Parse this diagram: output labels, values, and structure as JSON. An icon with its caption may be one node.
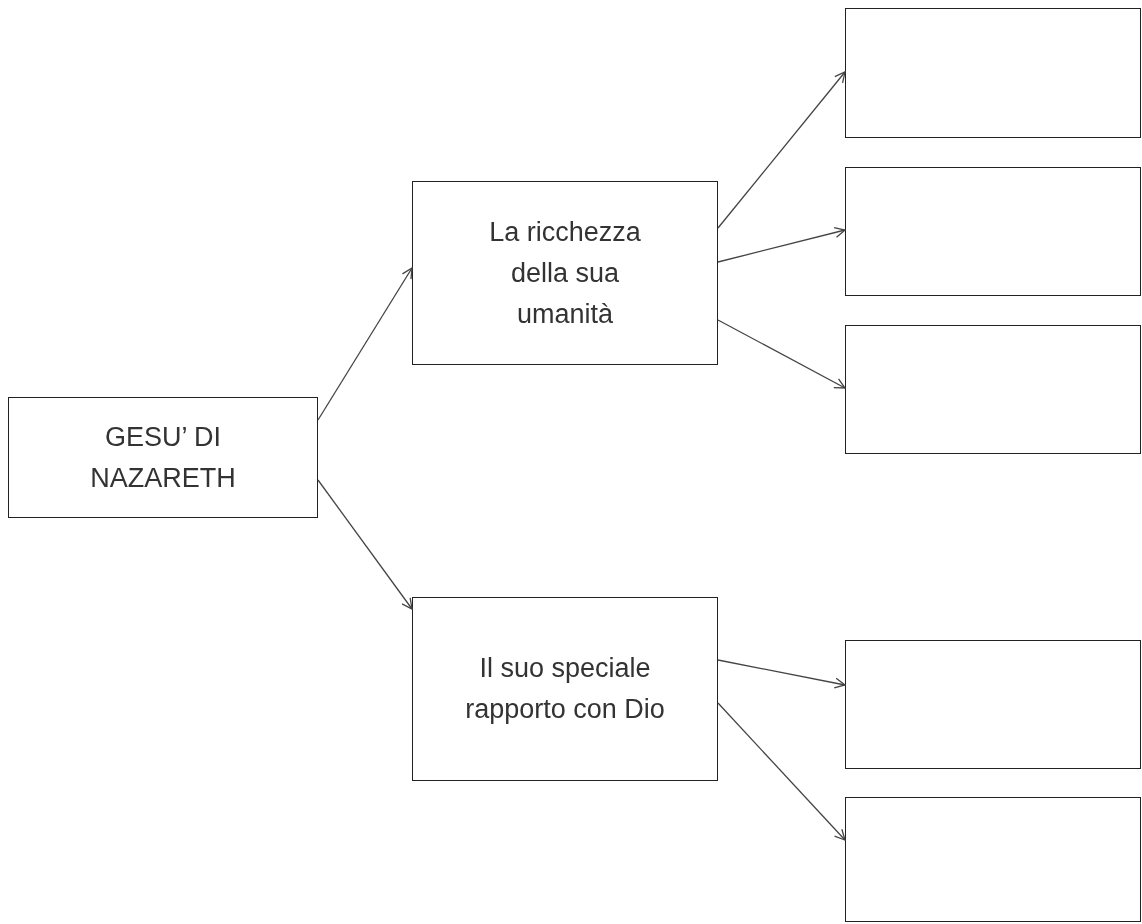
{
  "diagram": {
    "nodes": [
      {
        "text": [
          "GESU’ DI NAZARETH"
        ]
      },
      {
        "text": [
          "La ricchezza della sua umanità"
        ]
      },
      {
        "text": [
          "Il suo speciale rapporto con Dio"
        ]
      },
      {
        "text": [],
        "shape": "box"
      },
      {
        "text": [],
        "shape": "box"
      },
      {
        "text": [],
        "shape": "box"
      },
      {
        "text": [],
        "shape": "box"
      },
      {
        "text": [],
        "shape": "box"
      }
    ],
    "edges": [
      {
        "from": 0,
        "to": 1,
        "arrow": "to"
      },
      {
        "from": 0,
        "to": 2,
        "arrow": "to"
      },
      {
        "from": 1,
        "to": 3,
        "arrow": "to"
      },
      {
        "from": 1,
        "to": 4,
        "arrow": "to"
      },
      {
        "from": 1,
        "to": 5,
        "arrow": "to"
      },
      {
        "from": 2,
        "to": 6,
        "arrow": "to"
      },
      {
        "from": 2,
        "to": 7,
        "arrow": "to"
      }
    ]
  }
}
